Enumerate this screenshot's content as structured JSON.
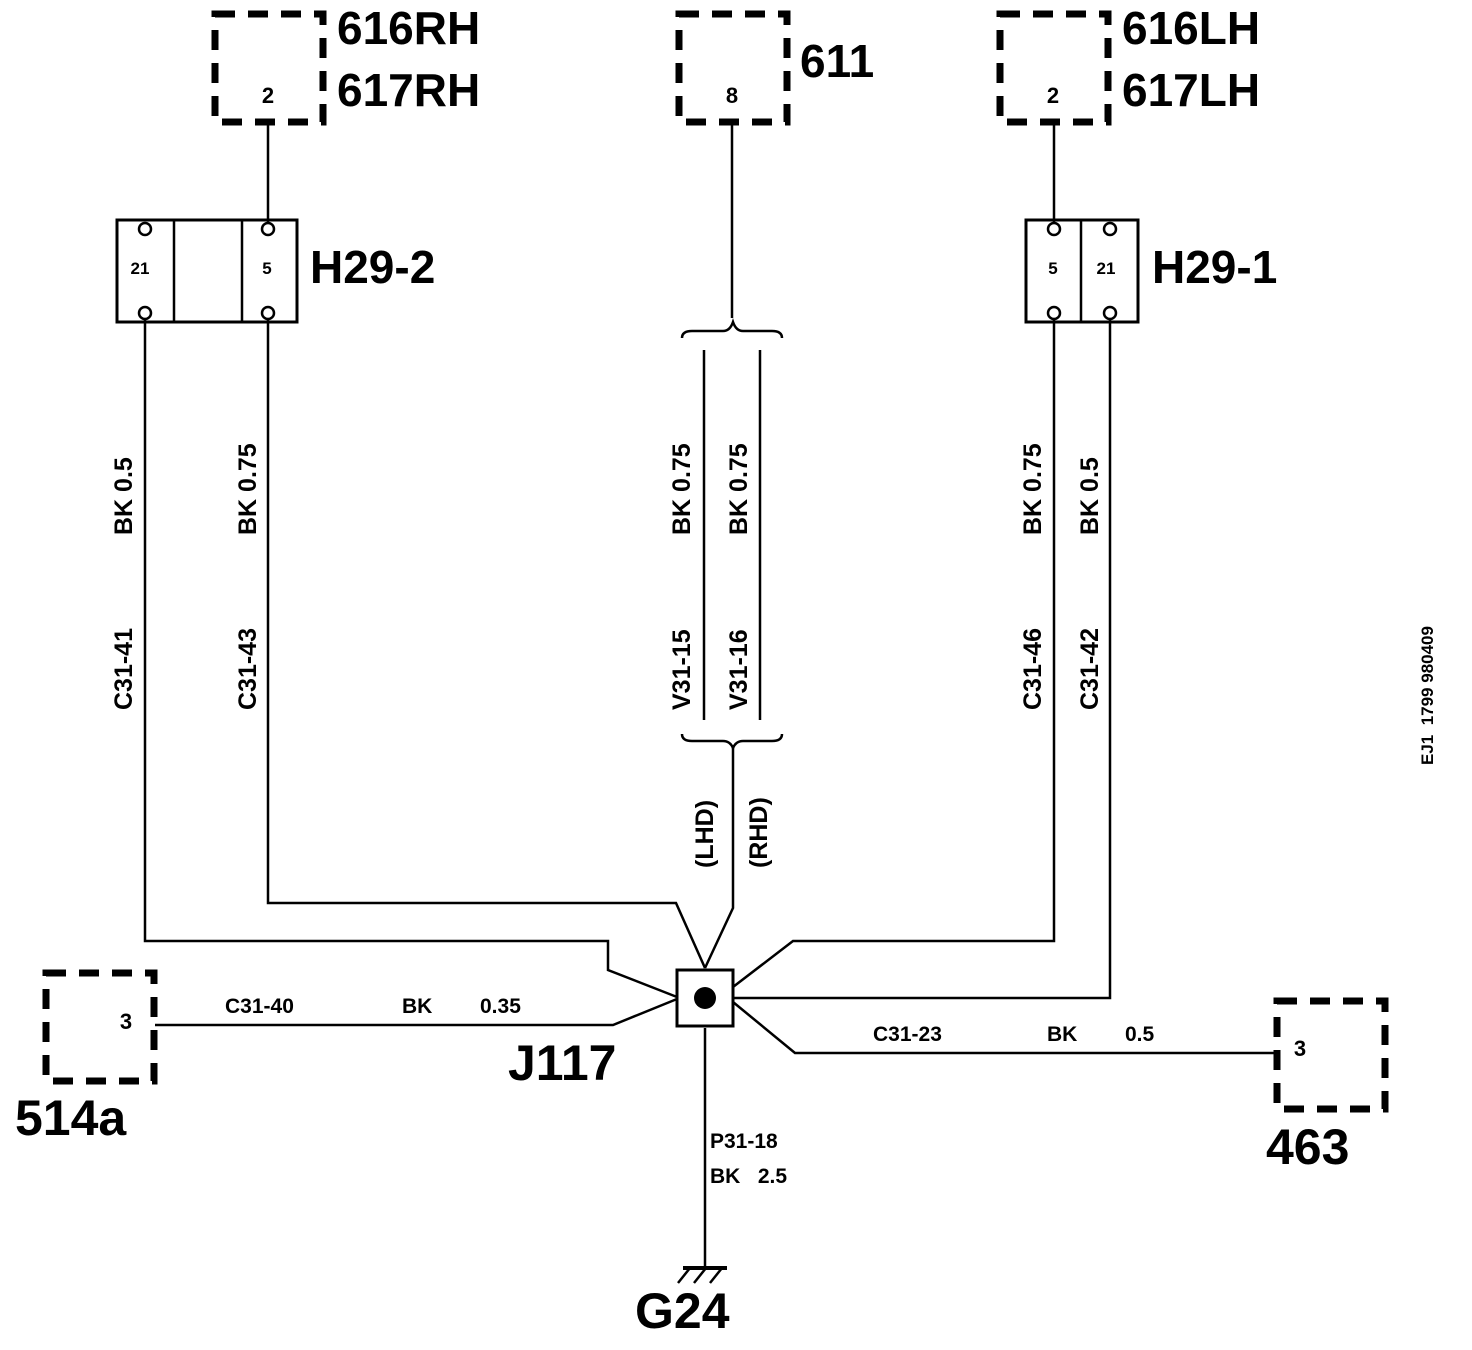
{
  "components": {
    "rh_lamp": {
      "name_1": "616RH",
      "name_2": "617RH",
      "pin": "2"
    },
    "centre_lamp": {
      "name": "611",
      "pin": "8"
    },
    "lh_lamp": {
      "name_1": "616LH",
      "name_2": "617LH",
      "pin": "2"
    },
    "left_device": {
      "name": "514a",
      "pin": "3"
    },
    "right_device": {
      "name": "463",
      "pin": "3"
    }
  },
  "connectors": {
    "h29_2": {
      "name": "H29-2",
      "pin_a": "21",
      "pin_b": "5"
    },
    "h29_1": {
      "name": "H29-1",
      "pin_a": "5",
      "pin_b": "21"
    }
  },
  "wires": {
    "c31_41": {
      "code": "C31-41",
      "spec": "BK 0.5"
    },
    "c31_43": {
      "code": "C31-43",
      "spec": "BK 0.75"
    },
    "v31_15": {
      "code": "V31-15",
      "spec": "BK 0.75"
    },
    "v31_16": {
      "code": "V31-16",
      "spec": "BK 0.75"
    },
    "c31_46": {
      "code": "C31-46",
      "spec": "BK 0.75"
    },
    "c31_42": {
      "code": "C31-42",
      "spec": "BK 0.5"
    },
    "c31_40": {
      "code": "C31-40",
      "color": "BK",
      "size": "0.35"
    },
    "c31_23": {
      "code": "C31-23",
      "color": "BK",
      "size": "0.5"
    },
    "p31_18": {
      "code": "P31-18",
      "spec": "BK   2.5"
    }
  },
  "variants": {
    "lhd": "(LHD)",
    "rhd": "(RHD)"
  },
  "splice": {
    "name": "J117"
  },
  "ground": {
    "name": "G24"
  },
  "reference": "EJ1  1799 980409"
}
